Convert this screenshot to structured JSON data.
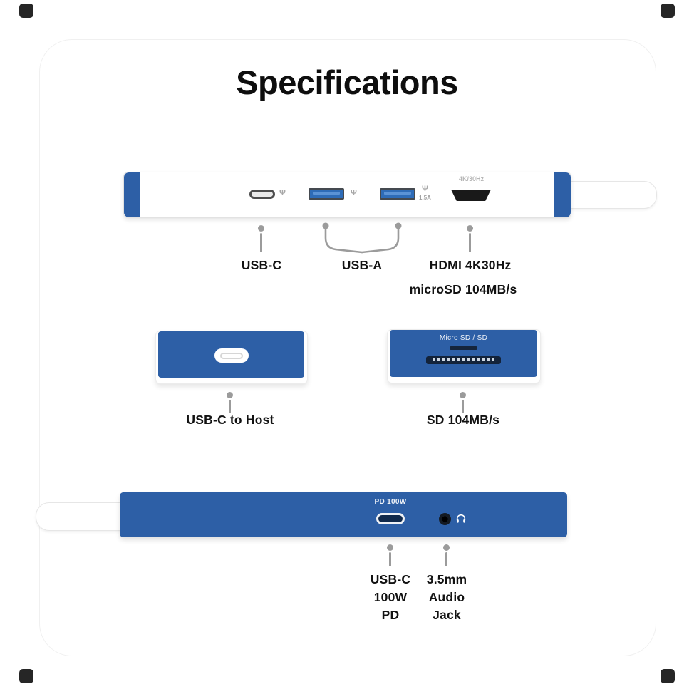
{
  "page": {
    "title": "Specifications"
  },
  "colors": {
    "device_blue": "#2d5fa6",
    "callout_gray": "#9b9b9b"
  },
  "top_view": {
    "hdmi_marking": "4K/30Hz",
    "usb_a2_marking": "1.5A",
    "usb_icon_glyph": "Ψ",
    "callout_usb_c": "USB-C",
    "callout_usb_a": "USB-A",
    "callout_hdmi": "HDMI 4K30Hz"
  },
  "front_view": {
    "callout": "USB-C to Host"
  },
  "card_reader": {
    "heading": "microSD 104MB/s",
    "slot_marking": "Micro SD / SD",
    "callout": "SD 104MB/s"
  },
  "back_view": {
    "pd_marking": "PD 100W",
    "usb_c_callout": [
      "USB-C",
      "100W",
      "PD"
    ],
    "audio_callout": [
      "3.5mm",
      "Audio",
      "Jack"
    ]
  }
}
